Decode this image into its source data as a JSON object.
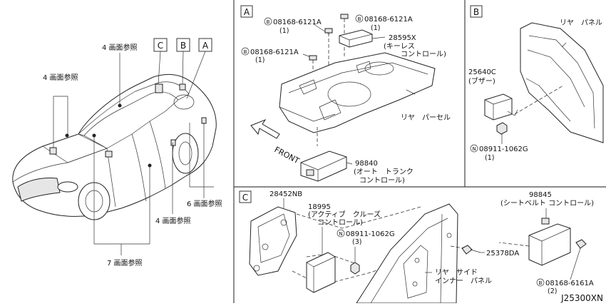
{
  "callouts": {
    "box_a": "A",
    "box_b": "B",
    "box_c": "C",
    "ref4a": "4 画面参照",
    "ref4b": "4 画面参照",
    "ref4c": "4 画面参照",
    "ref6": "6 画面参照",
    "ref7": "7 画面参照"
  },
  "panel_a": {
    "letter": "A",
    "bolt1_pn": "08168-6121A",
    "bolt1_qty": "(1)",
    "bolt2_pn": "08168-6121A",
    "bolt2_qty": "(1)",
    "bolt3_pn": "08168-6121A",
    "bolt3_qty": "(1)",
    "keyless_pn": "28595X",
    "keyless_name1": "(キーレス",
    "keyless_name2": "コントロール)",
    "parcel_label": "リヤ　パーセル",
    "front_label": "FRONT",
    "trunk_pn": "98840",
    "trunk_name1": "(オート　トランク",
    "trunk_name2": "コントロール)"
  },
  "panel_b": {
    "letter": "B",
    "panel_label": "リヤ　パネル",
    "buzzer_pn": "25640C",
    "buzzer_name": "(ブザー)",
    "nut_pn": "08911-1062G",
    "nut_qty": "(1)"
  },
  "panel_c": {
    "letter": "C",
    "bracket_pn": "28452NB",
    "cruise_pn": "18995",
    "cruise_name1": "(アクティブ　クルーズ",
    "cruise_name2": "コントロール)",
    "nut_pn": "08911-1062G",
    "nut_qty": "(3)",
    "bolt_pn": "25378DA",
    "seatbelt_pn": "98845",
    "seatbelt_name": "(シートベルト コントロール)",
    "inner_label1": "リヤ　サイド",
    "inner_label2": "インナー　パネル",
    "bolt2_pn": "08168-6161A",
    "bolt2_qty": "(2)"
  },
  "diagram_code": "J25300XN"
}
